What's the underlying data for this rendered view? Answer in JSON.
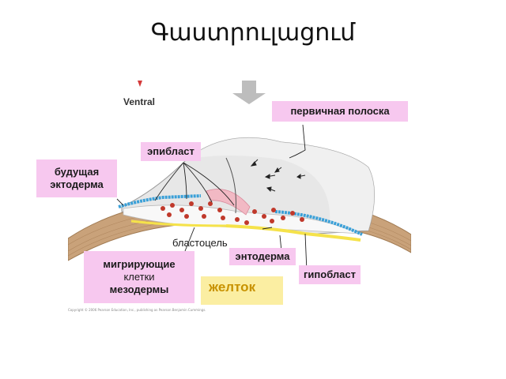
{
  "slide": {
    "title": "Գաստրուլացում"
  },
  "figure": {
    "orientation_label": "Ventral",
    "labels": {
      "primitive_streak": "первичная полоска",
      "epiblast": "эпибласт",
      "future_ectoderm": [
        "будущая",
        "эктодерма"
      ],
      "blastocoel": "бластоцель",
      "endoderm": "энтодерма",
      "migrating_cells": [
        "мигрирующие",
        "клетки",
        "мезодермы"
      ],
      "hypoblast": "гипобласт",
      "yolk": "желток"
    },
    "copyright": "Copyright © 2006 Pearson Education, Inc., publishing as Pearson Benjamin Cummings."
  },
  "colors": {
    "label_bg": "#f7c8ef",
    "yolk_bg": "#fbeea2",
    "yolk_text": "#c89200",
    "ectoderm": "#3aa0d8",
    "endoderm": "#f5e24a",
    "mesoderm_cells": "#c0392b",
    "tissue": "#c9a27a"
  }
}
